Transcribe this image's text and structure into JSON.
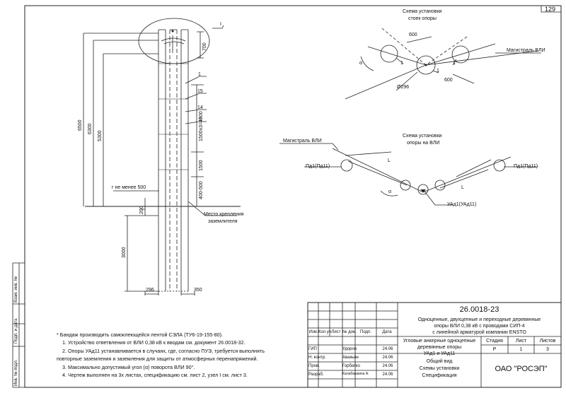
{
  "sheet_number": "129",
  "doc_code": "26.0018-23",
  "title_block": {
    "description": [
      "Одноценные, двухцепные и переходные деревянные",
      "опоры ВЛИ 0,38 кВ с проводами СИП-4",
      "с линейной арматурой компании ENSTO"
    ],
    "sheet_title": [
      "Угловые анкерные одноцепные",
      "деревянные опоры",
      "УАд1 и УАд11"
    ],
    "drawing_title": [
      "Общий вид",
      "Схемы установки",
      "Спецификация"
    ],
    "company": "ОАО \"РОСЭП\"",
    "col_headers": [
      "Изм.",
      "Кол.уч.",
      "Лист",
      "№ док.",
      "Подп.",
      "Дата"
    ],
    "stage_header": "Стадия",
    "sheet_header": "Лист",
    "sheets_header": "Листов",
    "stage": "Р",
    "sheet": "1",
    "sheets": "3",
    "signers": [
      {
        "role": "ГИП",
        "name": "Удоров",
        "date": "24.06"
      },
      {
        "role": "Н. контр.",
        "name": "Авакьян",
        "date": "24.06"
      },
      {
        "role": "Пров.",
        "name": "Горбатко",
        "date": "24.06"
      },
      {
        "role": "Разраб.",
        "name": "Калабашкина А.",
        "date": "24.06"
      }
    ]
  },
  "left_stamp": [
    "Инв. № подл.",
    "Подп. и дата",
    "Взам. инв. №"
  ],
  "notes": [
    "* Бандаж производить самоклеющейся лентой СЭЛА (ТУ6-19-155-80).",
    "1. Устройство ответвления от ВЛИ 0,38 кВ к вводам см. документ 26.0018-32.",
    "2. Опоры УАд11 устанавливается в случаях, где, согласно ПУЭ, требуется выполнять",
    "повторные заземления и заземления для защиты от атмосферных перенапряжений.",
    "3. Максимально допустимый угол (α) поворота ВЛИ 90°.",
    "4. Чертеж выполнен на 3х листах, спецификацию см. лист 2, узел I см. лист 3."
  ],
  "elevation": {
    "dims": [
      "6500",
      "6300",
      "5300",
      "3000",
      "700",
      "1500x3=4500",
      "1500",
      "400-500",
      "200",
      "296",
      "350"
    ],
    "labels": [
      "г не менее 500",
      "Место крепления",
      "заземлителя"
    ],
    "callouts": [
      "I",
      "1",
      "15",
      "14",
      "3"
    ]
  },
  "scheme_top": {
    "title": [
      "Схема установки",
      "стоек опоры"
    ],
    "dims": [
      "600",
      "600",
      "Ø296"
    ],
    "labels": [
      "Магистраль ВЛИ",
      "α"
    ],
    "callouts": [
      "1",
      "1",
      "1"
    ]
  },
  "scheme_bottom": {
    "title": [
      "Схема установки",
      "опоры на ВЛИ"
    ],
    "labels": [
      "Магистраль ВЛИ",
      "Пд1(Пд11)",
      "Пд1(Пд11)",
      "УАд1(УАд11)",
      "L",
      "L",
      "α"
    ]
  }
}
